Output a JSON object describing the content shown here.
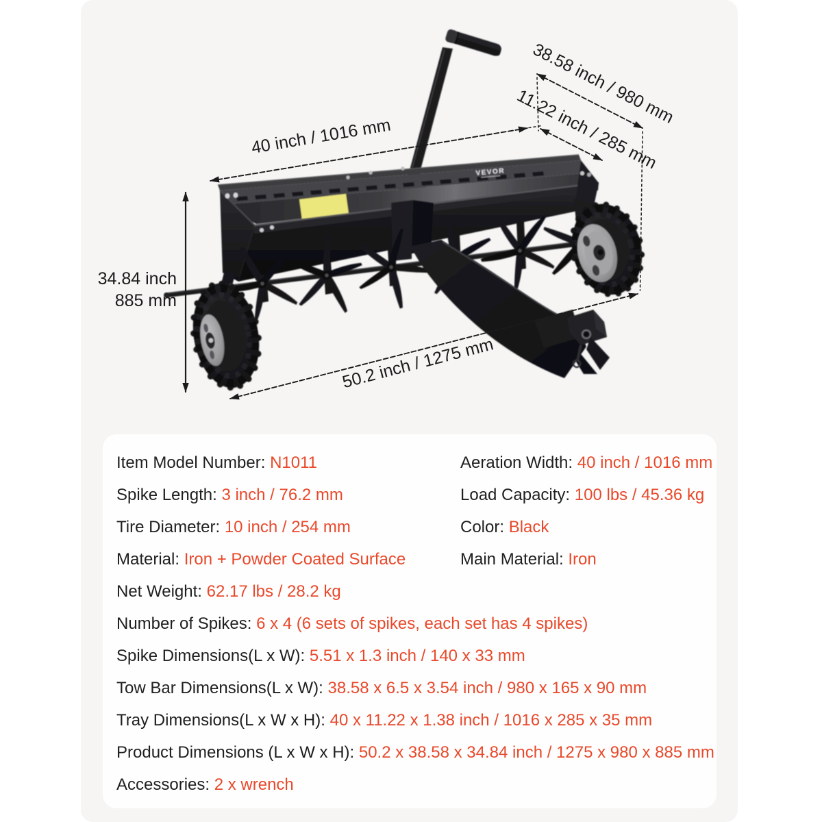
{
  "page": {
    "background": "#ffffff",
    "canvas_background": "#f6f5f4",
    "card_background": "#fefefe",
    "accent_color": "#e8492b",
    "text_color": "#1f1f1f"
  },
  "product": {
    "type": "tow-behind plug spike lawn aerator",
    "color": "black",
    "logo_text": "VEVOR"
  },
  "annotations": {
    "aeration_width": "40 inch / 1016 mm",
    "tow_bar_length": "38.58 inch / 980 mm",
    "tray_depth": "11.22 inch / 285 mm",
    "height_inch": "34.84 inch",
    "height_mm": "885 mm",
    "overall_length": "50.2 inch / 1275 mm"
  },
  "specs": {
    "left": [
      {
        "label": "Item Model Number: ",
        "value": "N1011"
      },
      {
        "label": "Spike Length: ",
        "value": "3 inch / 76.2 mm"
      },
      {
        "label": "Tire Diameter: ",
        "value": "10 inch / 254 mm"
      },
      {
        "label": "Material: ",
        "value": "Iron + Powder Coated Surface"
      },
      {
        "label": "Net Weight: ",
        "value": "62.17 lbs / 28.2 kg"
      }
    ],
    "right": [
      {
        "label": "Aeration Width: ",
        "value": "40 inch / 1016 mm"
      },
      {
        "label": "Load Capacity: ",
        "value": "100 lbs / 45.36 kg"
      },
      {
        "label": "Color: ",
        "value": "Black"
      },
      {
        "label": "Main Material: ",
        "value": "Iron"
      }
    ],
    "full": [
      {
        "label": "Number of Spikes: ",
        "value": "6 x 4 (6 sets of spikes, each set has 4 spikes)"
      },
      {
        "label": "Spike Dimensions(L x W): ",
        "value": "5.51 x 1.3 inch / 140 x 33 mm"
      },
      {
        "label": "Tow Bar Dimensions(L x W): ",
        "value": "38.58 x 6.5 x 3.54 inch / 980 x 165 x 90 mm"
      },
      {
        "label": "Tray Dimensions(L x W x H): ",
        "value": "40 x 11.22 x 1.38 inch / 1016 x 285 x 35 mm"
      },
      {
        "label": "Product Dimensions (L x W x H): ",
        "value": "50.2 x 38.58 x 34.84 inch / 1275 x 980 x 885 mm"
      },
      {
        "label": "Accessories: ",
        "value": "2 x wrench"
      }
    ]
  }
}
